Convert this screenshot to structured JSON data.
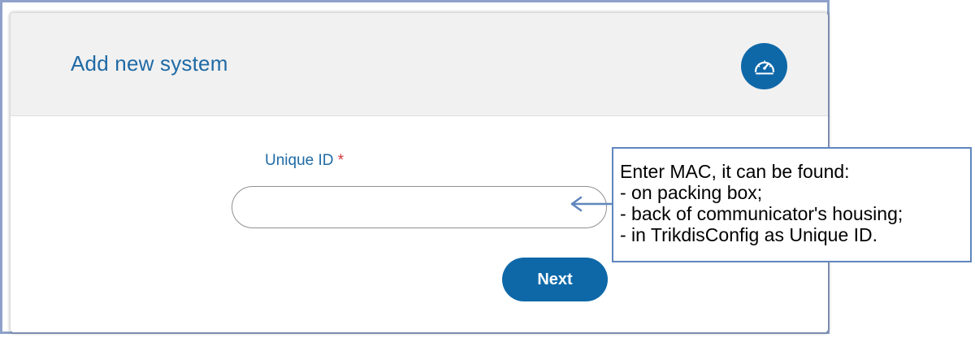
{
  "header": {
    "title": "Add new system",
    "dashboard_button_icon": "speedometer-icon"
  },
  "form": {
    "unique_id_label": "Unique ID",
    "required_marker": "*",
    "unique_id_value": "",
    "next_label": "Next"
  },
  "annotation": {
    "lines": [
      "Enter MAC, it can be found:",
      "- on packing box;",
      "- back of communicator's housing;",
      "- in TrikdisConfig as Unique ID."
    ],
    "pointer_icon": "arrow-left-icon"
  },
  "colors": {
    "accent": "#0e68a8",
    "title": "#1f6aa5",
    "required": "#d2383d",
    "header_bg": "#f1f1f1",
    "frame_border": "#8ea2c9",
    "callout_border": "#5f86bd"
  }
}
